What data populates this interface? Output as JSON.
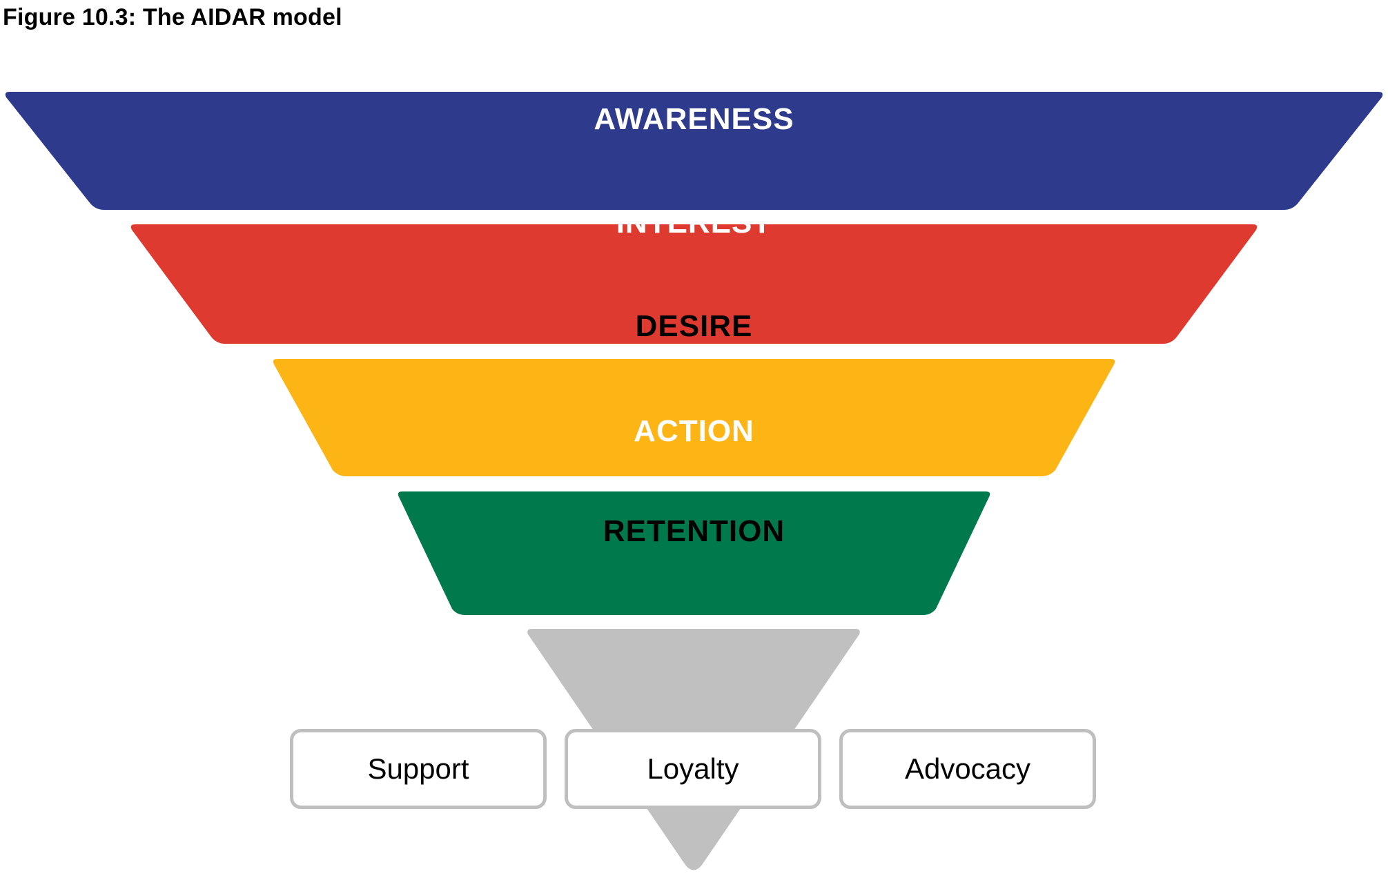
{
  "figure": {
    "title": "Figure 10.3: The AIDAR model",
    "background_color": "#ffffff"
  },
  "chart_data": {
    "type": "funnel",
    "title": "Figure 10.3: The AIDAR model",
    "xlabel": "",
    "ylabel": "",
    "orientation": "vertical-inverted",
    "legend": "none",
    "grid": false,
    "stages": [
      {
        "label": "AWARENESS",
        "fill_color": "#2E3A8C",
        "text_color": "#ffffff",
        "top_width_pct": 100,
        "bottom_width_pct": 82.5,
        "order": 1
      },
      {
        "label": "INTEREST",
        "fill_color": "#DE3A2F",
        "text_color": "#ffffff",
        "top_width_pct": 82.5,
        "bottom_width_pct": 65,
        "order": 2
      },
      {
        "label": "DESIRE",
        "fill_color": "#FDB515",
        "text_color": "#000000",
        "top_width_pct": 65,
        "bottom_width_pct": 47.5,
        "order": 3
      },
      {
        "label": "ACTION",
        "fill_color": "#00794C",
        "text_color": "#ffffff",
        "top_width_pct": 47.5,
        "bottom_width_pct": 30,
        "order": 4
      },
      {
        "label": "RETENTION",
        "fill_color": "#C0C0C0",
        "text_color": "#000000",
        "top_width_pct": 30,
        "bottom_width_pct": 0,
        "order": 5
      }
    ],
    "outcomes": [
      {
        "label": "Support"
      },
      {
        "label": "Loyalty"
      },
      {
        "label": "Advocacy"
      }
    ],
    "colors": {
      "awareness": "#2E3A8C",
      "interest": "#DE3A2F",
      "desire": "#FDB515",
      "action": "#00794C",
      "retention": "#C0C0C0",
      "outcome_border": "#bfbfbf",
      "outcome_fill": "#ffffff"
    }
  }
}
